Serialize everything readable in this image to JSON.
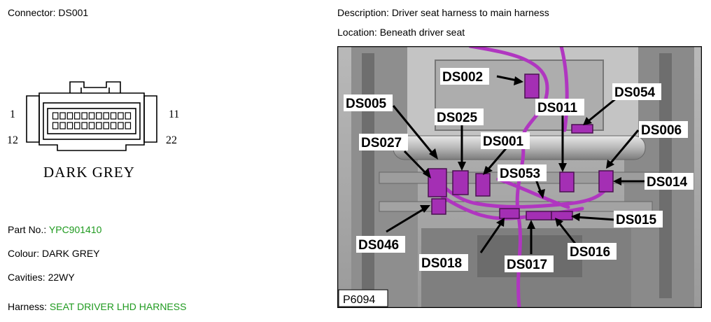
{
  "connector": {
    "label": "Connector:",
    "id": "DS001"
  },
  "description": {
    "label": "Description:",
    "value": "Driver seat harness to main harness"
  },
  "location": {
    "label": "Location:",
    "value": "Beneath driver seat"
  },
  "pinout": {
    "pin_top_left": "1",
    "pin_top_right": "11",
    "pin_bottom_left": "12",
    "pin_bottom_right": "22",
    "colour_text": "DARK GREY",
    "cavity_count": 22
  },
  "part_no": {
    "label": "Part No.:",
    "value": "YPC901410"
  },
  "colour": {
    "label": "Colour:",
    "value": "DARK GREY"
  },
  "cavities": {
    "label": "Cavities:",
    "value": "22WY"
  },
  "harness": {
    "label": "Harness:",
    "value": "SEAT DRIVER LHD HARNESS"
  },
  "photo": {
    "ref": "P6094",
    "callouts": [
      {
        "id": "DS002"
      },
      {
        "id": "DS005"
      },
      {
        "id": "DS025"
      },
      {
        "id": "DS011"
      },
      {
        "id": "DS054"
      },
      {
        "id": "DS006"
      },
      {
        "id": "DS027"
      },
      {
        "id": "DS001"
      },
      {
        "id": "DS053"
      },
      {
        "id": "DS014"
      },
      {
        "id": "DS015"
      },
      {
        "id": "DS046"
      },
      {
        "id": "DS016"
      },
      {
        "id": "DS018"
      },
      {
        "id": "DS017"
      }
    ]
  },
  "colors": {
    "accent_green": "#1f9a1f",
    "harness_magenta": "#b036c0"
  }
}
